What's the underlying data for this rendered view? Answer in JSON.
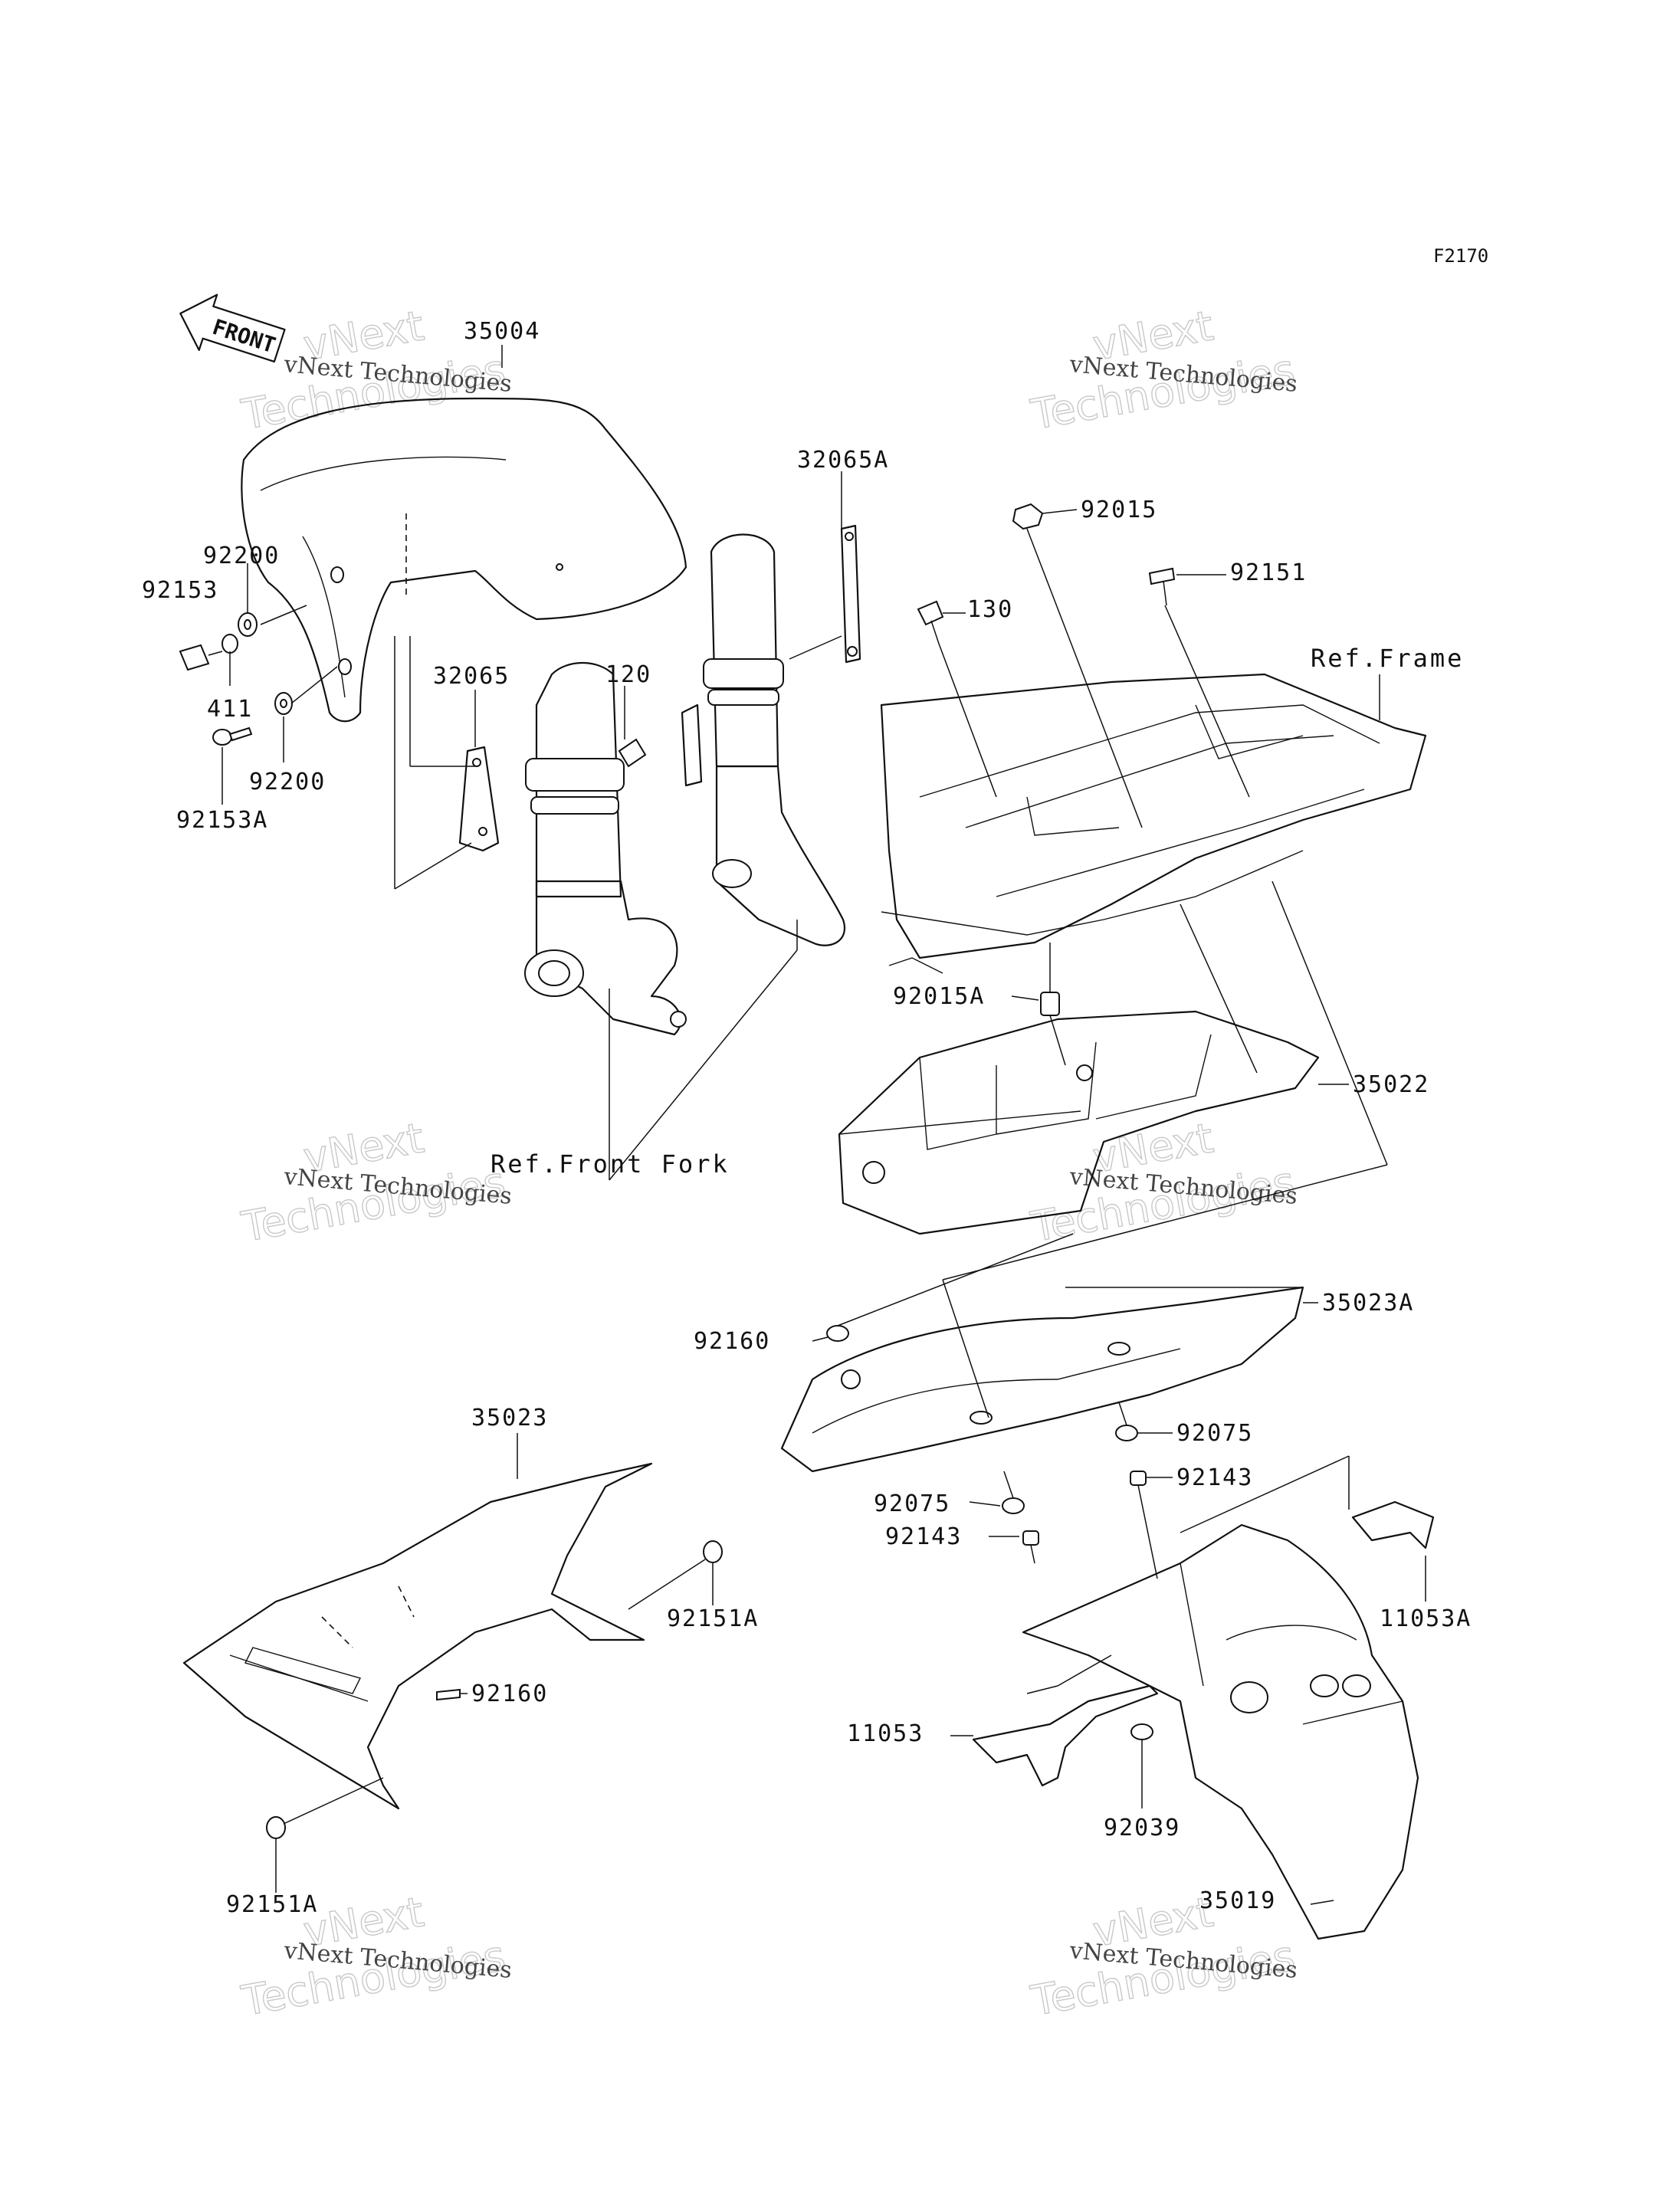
{
  "diagram_code": "F2170",
  "front_arrow": "FRONT",
  "watermark": {
    "line1": "vNext",
    "line2": "Technologies",
    "caption": "vNext Technologies"
  },
  "references": {
    "frame": "Ref.Frame",
    "front_fork": "Ref.Front Fork"
  },
  "parts": {
    "p35004": "35004",
    "p92200a": "92200",
    "p92153": "92153",
    "p411": "411",
    "p92200b": "92200",
    "p92153A": "92153A",
    "p32065": "32065",
    "p120": "120",
    "p32065A": "32065A",
    "p92015": "92015",
    "p92151": "92151",
    "p130": "130",
    "p92015A": "92015A",
    "p35022": "35022",
    "p92160a": "92160",
    "p35023A": "35023A",
    "p92075a": "92075",
    "p92075b": "92075",
    "p92143a": "92143",
    "p92143b": "92143",
    "p35023": "35023",
    "p92151Aa": "92151A",
    "p92160b": "92160",
    "p92151Ab": "92151A",
    "p11053A": "11053A",
    "p11053": "11053",
    "p92039": "92039",
    "p35019": "35019"
  }
}
